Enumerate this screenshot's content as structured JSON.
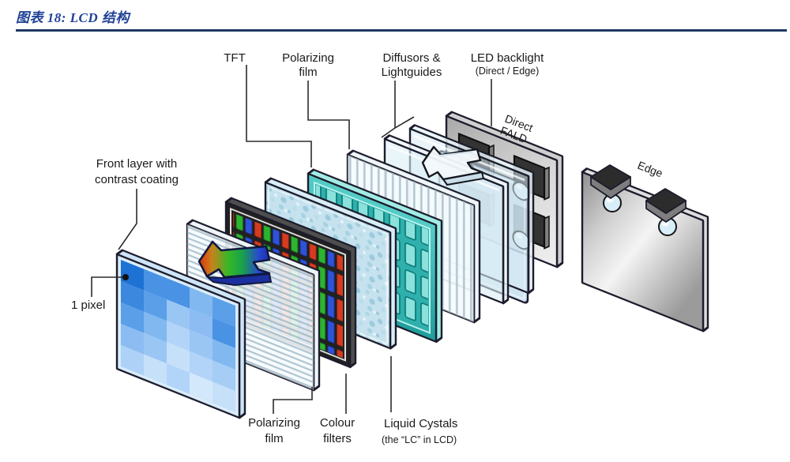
{
  "header": {
    "title": "图表 18: LCD 结构",
    "title_color": "#1e4096",
    "rule_color": "#1f3864"
  },
  "diagram": {
    "labels": {
      "tft": "TFT",
      "polarizing_top_line1": "Polarizing",
      "polarizing_top_line2": "film",
      "diffusors_line1": "Diffusors &",
      "diffusors_line2": "Lightguides",
      "led_backlight_line1": "LED backlight",
      "led_backlight_line2": "(Direct / Edge)",
      "direct_fald_line1": "Direct",
      "direct_fald_line2": "FALD",
      "edge": "Edge",
      "front_layer_line1": "Front layer with",
      "front_layer_line2": "contrast coating",
      "one_pixel": "1 pixel",
      "polarizing_bottom_line1": "Polarizing",
      "polarizing_bottom_line2": "film",
      "colour_filters_line1": "Colour",
      "colour_filters_line2": "filters",
      "liquid_crystals_line1": "Liquid Cystals",
      "liquid_crystals_line2": "(the “LC” in LCD)"
    },
    "layers": [
      {
        "name": "Front layer with contrast coating",
        "color": "#4a92e4"
      },
      {
        "name": "Polarizing film (front, horizontal)",
        "color": "#f6fafd"
      },
      {
        "name": "Colour filters",
        "color": "#212121",
        "bar_colors": [
          "#d63b20",
          "#2eb430",
          "#2f52d8"
        ]
      },
      {
        "name": "Liquid crystals",
        "color": "#c6e2ee"
      },
      {
        "name": "TFT",
        "color": "#2fb0ac"
      },
      {
        "name": "Polarizing film (rear, vertical)",
        "color": "#f6fafd"
      },
      {
        "name": "Diffusors & lightguides",
        "color": "#d7ebf4"
      },
      {
        "name": "LED backlight Direct FALD",
        "color": "#cccccc"
      },
      {
        "name": "LED backlight Edge",
        "color": "#c8c8c8"
      }
    ]
  }
}
